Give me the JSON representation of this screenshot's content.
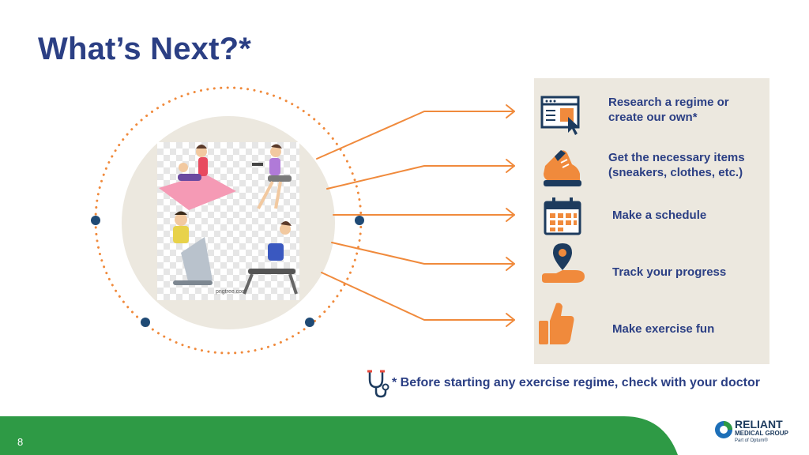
{
  "slide": {
    "title": "What’s Next?*",
    "page_number": "8"
  },
  "steps": [
    {
      "icon": "browser-window-icon",
      "label_lines": [
        "Research a regime or",
        "create our own*"
      ]
    },
    {
      "icon": "sneaker-icon",
      "label_lines": [
        "Get the necessary items",
        "(sneakers, clothes, etc.)"
      ]
    },
    {
      "icon": "calendar-icon",
      "label_lines": [
        "Make a schedule"
      ]
    },
    {
      "icon": "map-pin-path-icon",
      "label_lines": [
        "Track your progress"
      ]
    },
    {
      "icon": "thumbs-up-icon",
      "label_lines": [
        "Make exercise fun"
      ]
    }
  ],
  "image": {
    "description_icon": "exercise-illustration",
    "watermark": "pngtree.com"
  },
  "footnote": {
    "icon": "stethoscope-icon",
    "text": "* Before starting any exercise regime, check with your doctor"
  },
  "logo": {
    "name": "RELIANT",
    "sub": "MEDICAL GROUP",
    "tagline": "Part of Optum®"
  },
  "colors": {
    "title": "#2b3f84",
    "accent": "#f08a3c",
    "navy": "#1d3b5e",
    "panel": "#ece8df",
    "footer_green": "#2e9a45",
    "dots": "#1f4a75"
  }
}
